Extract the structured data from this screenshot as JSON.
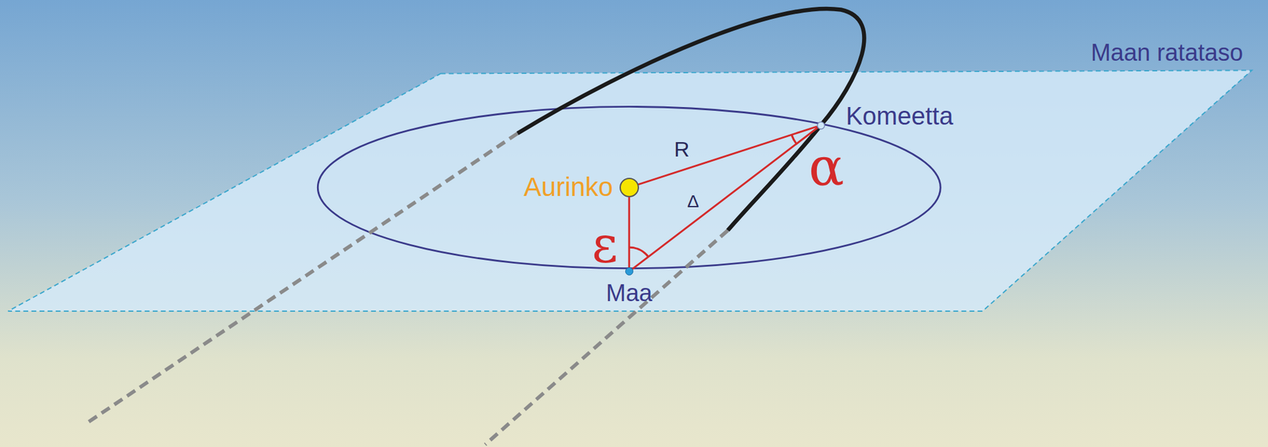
{
  "diagram": {
    "nodes": [
      {
        "text": [
          "Komeetta"
        ]
      },
      {
        "text": [
          "Aurinko"
        ]
      },
      {
        "text": [
          "Maa"
        ]
      }
    ],
    "edges": [
      {
        "from": 1,
        "to": 0,
        "arrow": "none",
        "label": "R"
      },
      {
        "from": 2,
        "to": 0,
        "arrow": "none",
        "label": "Δ"
      },
      {
        "from": 1,
        "to": 2,
        "arrow": "none"
      }
    ],
    "labels": [
      "Maan ratataso",
      "α",
      "ε"
    ]
  }
}
